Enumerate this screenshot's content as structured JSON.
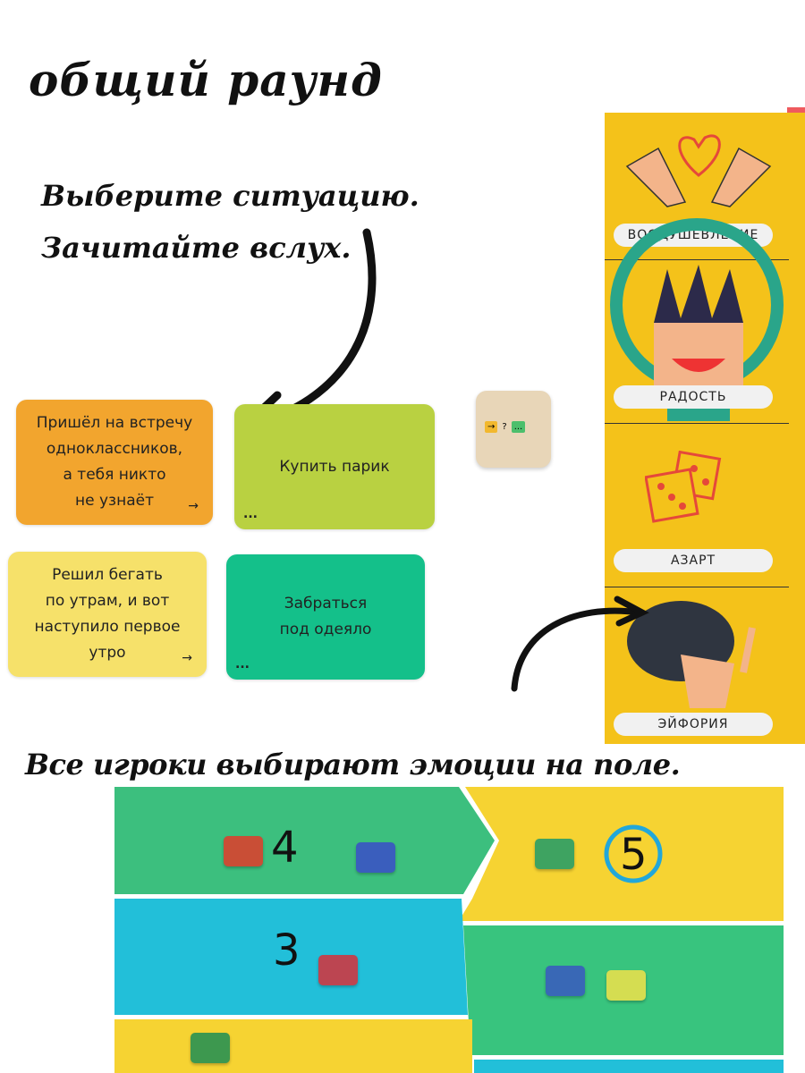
{
  "title": "общий раунд",
  "instructions": {
    "select_line1": "Выберите ситуацию.",
    "select_line2": "Зачитайте вслух.",
    "players_choose": "Все игроки выбирают эмоции на поле."
  },
  "cards": [
    {
      "text": "Пришёл на встречу\nодноклассников,\nа тебя никто\nне узнаёт",
      "marker": "→",
      "color": "#f2a52e"
    },
    {
      "text": "Купить парик",
      "marker": "...",
      "color": "#b9d141"
    },
    {
      "text": "Решил бегать\nпо утрам, и вот\nнаступило первое\nутро",
      "marker": "→",
      "color": "#f6e16a"
    },
    {
      "text": "Забраться\nпод одеяло",
      "marker": "...",
      "color": "#14c08a"
    }
  ],
  "die": {
    "face": [
      "→",
      "?",
      "..."
    ]
  },
  "emotions": [
    "ВООДУШЕВЛЕНИЕ",
    "РАДОСТЬ",
    "АЗАРТ",
    "ЭЙФОРИЯ"
  ],
  "board": {
    "numbers": [
      "4",
      "5",
      "3"
    ]
  }
}
